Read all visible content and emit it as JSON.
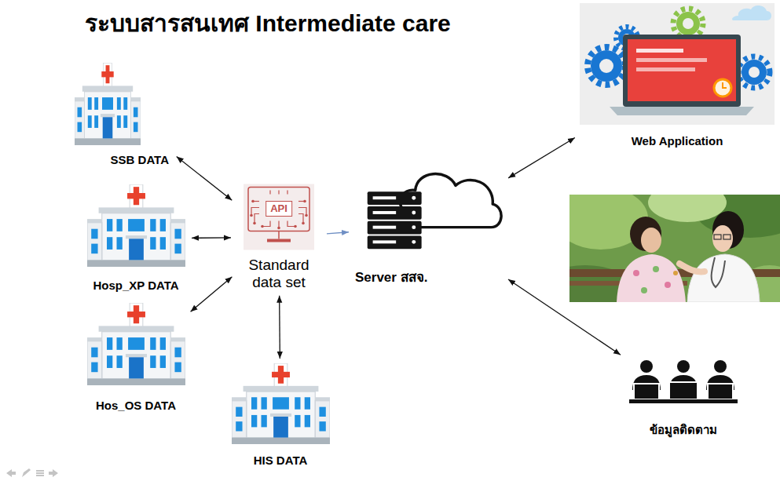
{
  "diagram": {
    "title": "ระบบสารสนเทศ Intermediate care",
    "nodes": [
      {
        "text": [
          "SSB DATA"
        ]
      },
      {
        "text": [
          "Hosp_XP DATA"
        ]
      },
      {
        "text": [
          "Hos_OS DATA"
        ]
      },
      {
        "text": [
          "HIS DATA"
        ]
      },
      {
        "text": [
          "API",
          "Standard data set"
        ]
      },
      {
        "text": [
          "Server สสจ."
        ]
      },
      {
        "text": [
          "Web Application"
        ]
      },
      {
        "text": [
          "ข้อมูลติดตาม"
        ]
      }
    ],
    "edges": [
      {
        "from": 0,
        "to": 4,
        "arrow": "both"
      },
      {
        "from": 1,
        "to": 4,
        "arrow": "both"
      },
      {
        "from": 2,
        "to": 4,
        "arrow": "both"
      },
      {
        "from": 3,
        "to": 4,
        "arrow": "both"
      },
      {
        "from": 4,
        "to": 5,
        "arrow": "to"
      },
      {
        "from": 5,
        "to": 6,
        "arrow": "both"
      },
      {
        "from": 5,
        "to": 7,
        "arrow": "both"
      }
    ]
  }
}
